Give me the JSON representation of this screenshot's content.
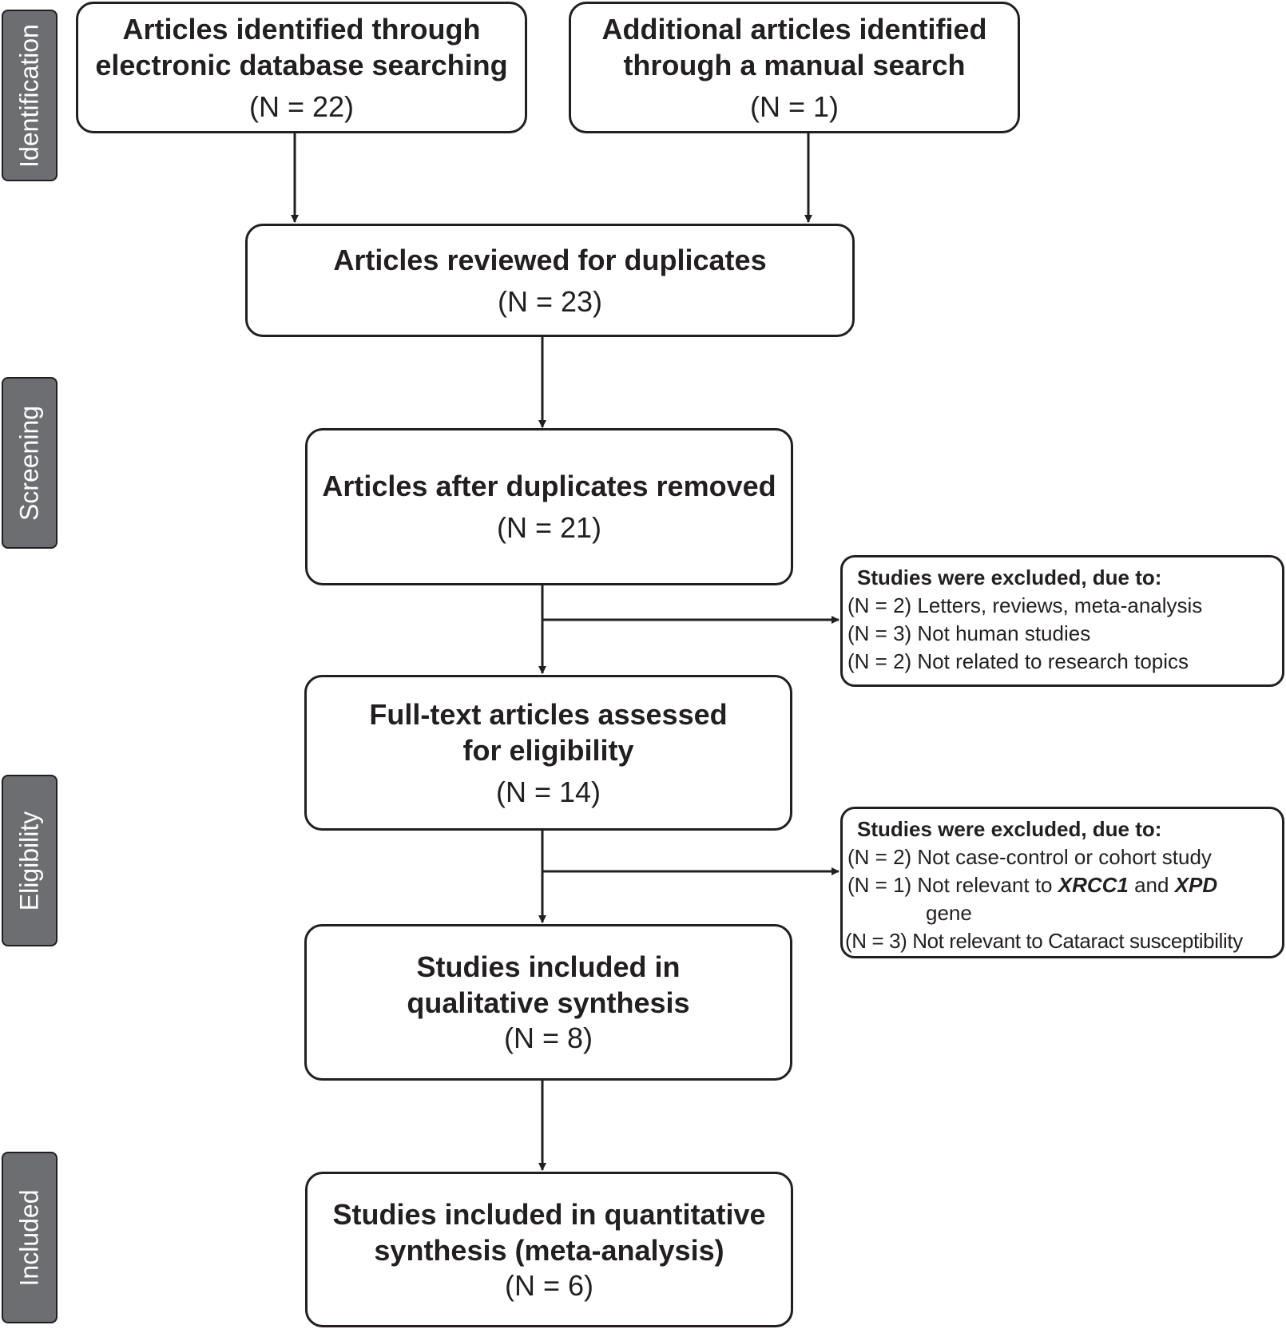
{
  "stages": {
    "identification": "Identification",
    "screening": "Screening",
    "eligibility": "Eligibility",
    "included": "Included"
  },
  "boxes": {
    "database": {
      "title_1": "Articles identified through",
      "title_2": "electronic database searching",
      "count": "(N = 22)"
    },
    "manual": {
      "title_1": "Additional articles identified",
      "title_2": "through a manual search",
      "count": "(N = 1)"
    },
    "duplicates_review": {
      "title_1": "Articles reviewed for duplicates",
      "count": "(N = 23)"
    },
    "after_duplicates": {
      "title_1": "Articles after duplicates removed",
      "count": "(N = 21)"
    },
    "fulltext": {
      "title_1": "Full-text articles assessed",
      "title_2": "for eligibility",
      "count": "(N = 14)"
    },
    "qualitative": {
      "title_1": "Studies included in",
      "title_2": "qualitative synthesis",
      "count": "(N = 8)"
    },
    "quantitative": {
      "title_1": "Studies included in quantitative",
      "title_2": "synthesis (meta-analysis)",
      "count": "(N = 6)"
    }
  },
  "exclusions_1": {
    "heading": "Studies were excluded, due to:",
    "rows": [
      "(N = 2) Letters, reviews, meta-analysis",
      "(N = 3) Not human studies",
      "(N = 2) Not related to research topics"
    ]
  },
  "exclusions_2": {
    "heading": "Studies were excluded, due to:",
    "row_1": "(N = 2) Not case-control or cohort study",
    "row_2_prefix": "(N = 1) Not relevant to ",
    "row_2_gene_a": "XRCC1",
    "row_2_and": " and ",
    "row_2_gene_b": "XPD",
    "row_2_cont": "gene",
    "row_3": "(N = 3) Not relevant to Cataract susceptibility"
  },
  "colors": {
    "line": "#231f20",
    "stage_fill": "#6d6e71",
    "stage_text": "#ffffff"
  }
}
